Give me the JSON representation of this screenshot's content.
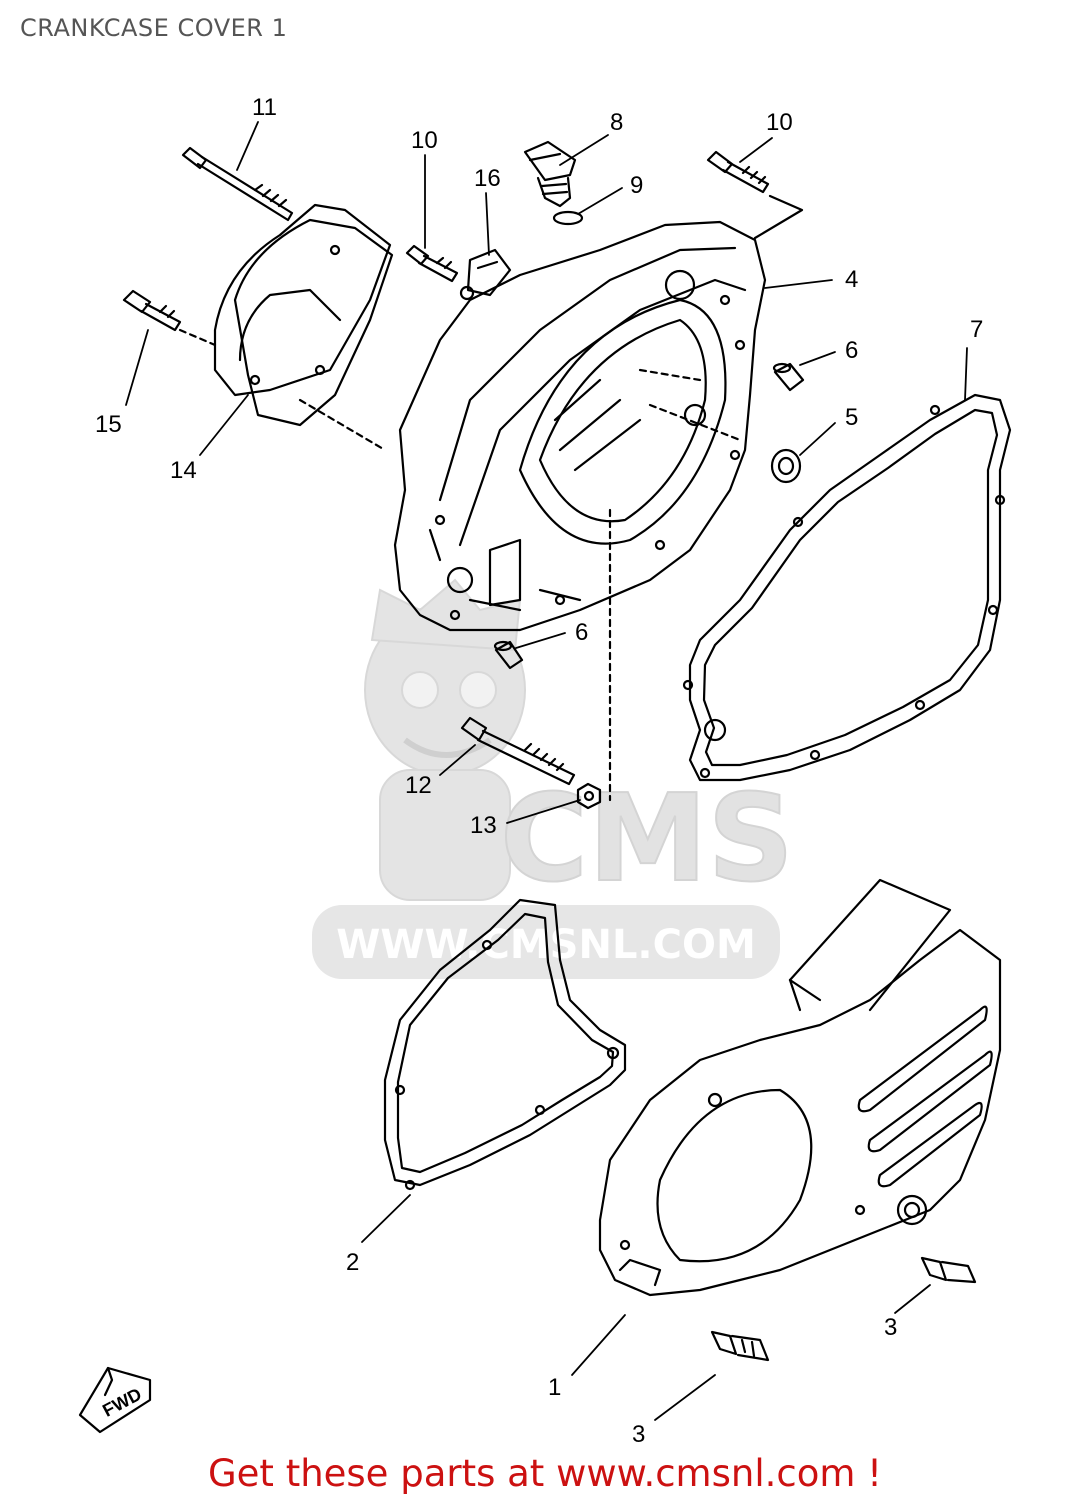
{
  "title": "CRANKCASE COVER 1",
  "watermark": {
    "logo": "CMS",
    "url": "WWW.CMSNL.COM",
    "color": "#dddddd"
  },
  "fwd_label": "FWD",
  "callouts": {
    "c1": "1",
    "c2": "2",
    "c3a": "3",
    "c3b": "3",
    "c4": "4",
    "c5": "5",
    "c6a": "6",
    "c6b": "6",
    "c7": "7",
    "c8": "8",
    "c9": "9",
    "c10a": "10",
    "c10b": "10",
    "c11": "11",
    "c12": "12",
    "c13": "13",
    "c14": "14",
    "c15": "15",
    "c16": "16"
  },
  "footer": {
    "text": "Get these parts at www.cmsnl.com !",
    "color": "#cc1111"
  }
}
